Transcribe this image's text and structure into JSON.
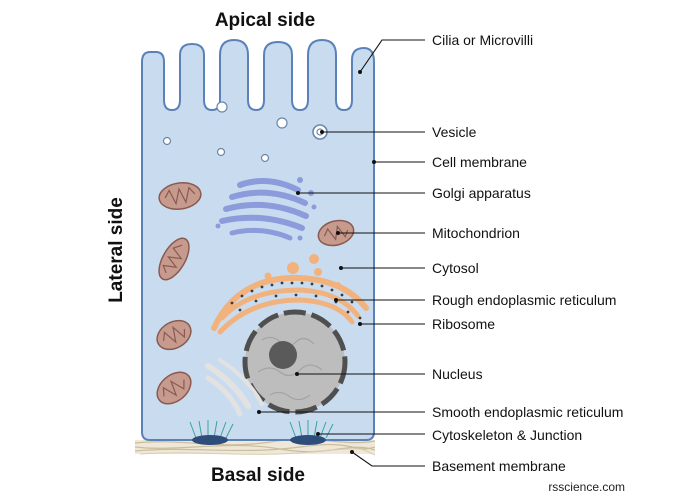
{
  "side_labels": {
    "apical": "Apical side",
    "basal": "Basal side",
    "lateral": "Lateral side"
  },
  "callouts": [
    {
      "key": "cilia",
      "label": "Cilia or Microvilli"
    },
    {
      "key": "vesicle",
      "label": "Vesicle"
    },
    {
      "key": "membrane",
      "label": "Cell membrane"
    },
    {
      "key": "golgi",
      "label": "Golgi apparatus"
    },
    {
      "key": "mito",
      "label": "Mitochondrion"
    },
    {
      "key": "cytosol",
      "label": "Cytosol"
    },
    {
      "key": "rer",
      "label": "Rough endoplasmic reticulum"
    },
    {
      "key": "ribosome",
      "label": "Ribosome"
    },
    {
      "key": "nucleus",
      "label": "Nucleus"
    },
    {
      "key": "ser",
      "label": "Smooth endoplasmic reticulum"
    },
    {
      "key": "cyto",
      "label": "Cytoskeleton & Junction"
    },
    {
      "key": "basement",
      "label": "Basement membrane"
    }
  ],
  "credit": "rsscience.com",
  "colors": {
    "cell_fill": "#c9dcef",
    "cell_stroke": "#5b82b8",
    "golgi": "#8c9bdc",
    "mito_fill": "#c79a8e",
    "rer": "#f2b27e",
    "nucleus": "#bdbdbd",
    "nucleolus": "#5a5a5a",
    "junction": "#2f4d7a",
    "basement": "#e6dcc7"
  }
}
